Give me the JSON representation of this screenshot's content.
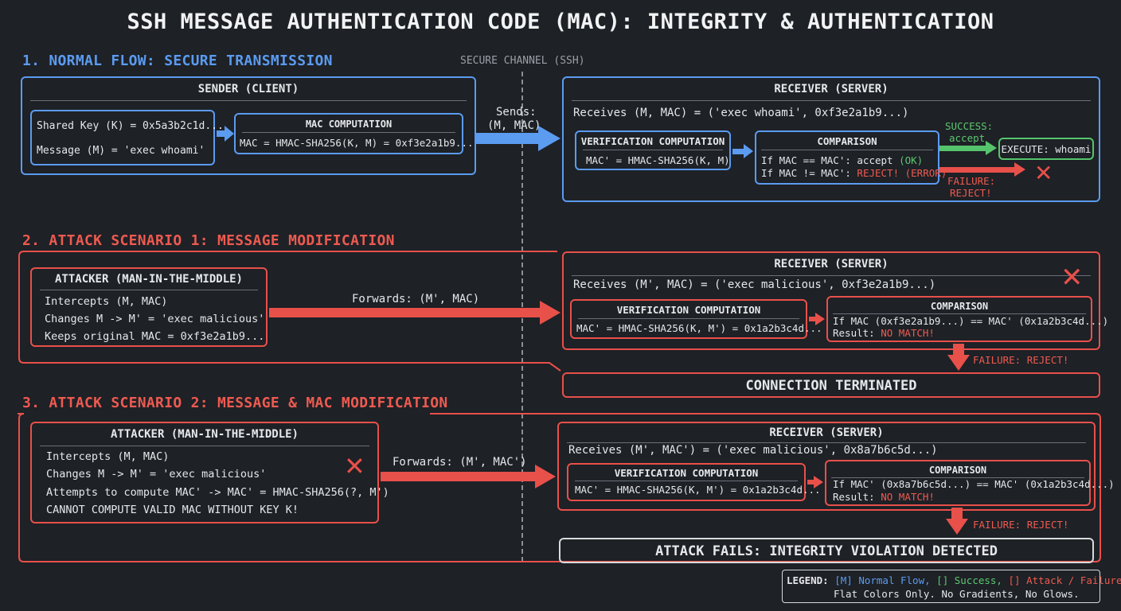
{
  "title": "SSH MESSAGE AUTHENTICATION CODE (MAC): INTEGRITY & AUTHENTICATION",
  "channel_label": "SECURE CHANNEL (SSH)",
  "colors": {
    "normal": "#5b9bf0",
    "success": "#56c46c",
    "attack": "#e8504a",
    "background": "#1e2126"
  },
  "section1": {
    "title": "1. NORMAL FLOW: SECURE TRANSMISSION",
    "sender": {
      "title": "SENDER (CLIENT)",
      "key_line": "Shared Key (K) = 0x5a3b2c1d...",
      "message_line": "Message (M) = 'exec whoami'",
      "mac_title": "MAC COMPUTATION",
      "mac_line": "MAC = HMAC-SHA256(K, M) = 0xf3e2a1b9..."
    },
    "sends_label_1": "Sends:",
    "sends_label_2": "(M, MAC)",
    "receiver": {
      "title": "RECEIVER (SERVER)",
      "receives_line": "Receives (M, MAC) = ('exec whoami', 0xf3e2a1b9...)",
      "verify_title": "VERIFICATION COMPUTATION",
      "verify_line": "MAC' = HMAC-SHA256(K, M)",
      "compare_title": "COMPARISON",
      "compare_line1_a": "If MAC == MAC': accept ",
      "compare_line1_b": "(OK)",
      "compare_line2_a": "If MAC != MAC': ",
      "compare_line2_b": "REJECT! (ERROR)",
      "success_label_1": "SUCCESS:",
      "success_label_2": "accept",
      "execute_label": "EXECUTE: whoami",
      "failure_label_1": "FAILURE:",
      "failure_label_2": "REJECT!"
    }
  },
  "section2": {
    "title": "2. ATTACK SCENARIO 1: MESSAGE MODIFICATION",
    "attacker": {
      "title": "ATTACKER (MAN-IN-THE-MIDDLE)",
      "lines": [
        "Intercepts (M, MAC)",
        "Changes M -> M' = 'exec malicious'",
        "Keeps original MAC = 0xf3e2a1b9..."
      ]
    },
    "forwards_label": "Forwards: (M', MAC)",
    "receiver": {
      "title": "RECEIVER (SERVER)",
      "receives_line": "Receives (M', MAC) = ('exec malicious', 0xf3e2a1b9...)",
      "verify_title": "VERIFICATION COMPUTATION",
      "verify_line": "MAC' = HMAC-SHA256(K, M') = 0x1a2b3c4d...",
      "compare_title": "COMPARISON",
      "compare_line": "If MAC (0xf3e2a1b9...) == MAC' (0x1a2b3c4d...)",
      "result_prefix": "Result: ",
      "result_value": "NO MATCH!"
    },
    "failure_label": "FAILURE: REJECT!",
    "outcome": "CONNECTION TERMINATED"
  },
  "section3": {
    "title": "3. ATTACK SCENARIO 2: MESSAGE & MAC MODIFICATION",
    "attacker": {
      "title": "ATTACKER (MAN-IN-THE-MIDDLE)",
      "lines": [
        "Intercepts (M, MAC)",
        "Changes M -> M' = 'exec malicious'",
        "Attempts to compute MAC' -> MAC' = HMAC-SHA256(?, M')",
        "CANNOT COMPUTE VALID MAC WITHOUT KEY K!"
      ]
    },
    "forwards_label": "Forwards: (M', MAC')",
    "receiver": {
      "title": "RECEIVER (SERVER)",
      "receives_line": "Receives (M', MAC') = ('exec malicious', 0x8a7b6c5d...)",
      "verify_title": "VERIFICATION COMPUTATION",
      "verify_line": "MAC' = HMAC-SHA256(K, M') = 0x1a2b3c4d...",
      "compare_title": "COMPARISON",
      "compare_line": "If MAC' (0x8a7b6c5d...) == MAC' (0x1a2b3c4d...)",
      "result_prefix": "Result: ",
      "result_value": "NO MATCH!"
    },
    "failure_label": "FAILURE: REJECT!",
    "outcome": "ATTACK FAILS: INTEGRITY VIOLATION DETECTED"
  },
  "legend": {
    "prefix": "LEGEND:",
    "normal": "[M] Normal Flow,",
    "success": "[] Success,",
    "attack": "[] Attack / Failure.",
    "note": "Flat Colors Only. No Gradients, No Glows."
  }
}
